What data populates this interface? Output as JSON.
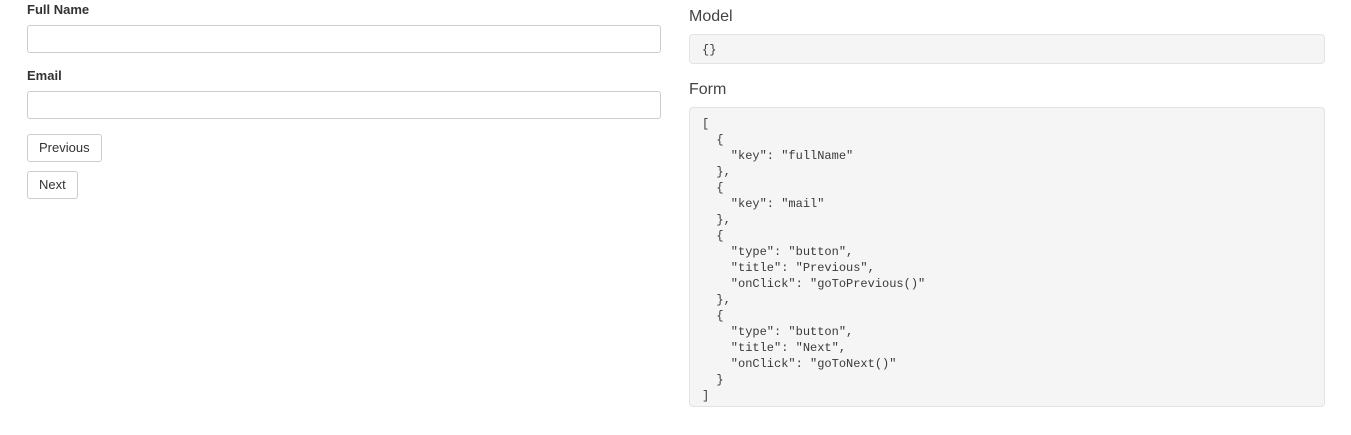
{
  "form_preview": {
    "fields": [
      {
        "label": "Full Name",
        "input_name": "fullname-input",
        "value": "",
        "placeholder": ""
      },
      {
        "label": "Email",
        "input_name": "email-input",
        "value": "",
        "placeholder": ""
      }
    ],
    "buttons": [
      {
        "label": "Previous"
      },
      {
        "label": "Next"
      }
    ]
  },
  "debug": {
    "model": {
      "title": "Model",
      "content": "{}"
    },
    "form": {
      "title": "Form",
      "content": "[\n  {\n    \"key\": \"fullName\"\n  },\n  {\n    \"key\": \"mail\"\n  },\n  {\n    \"type\": \"button\",\n    \"title\": \"Previous\",\n    \"onClick\": \"goToPrevious()\"\n  },\n  {\n    \"type\": \"button\",\n    \"title\": \"Next\",\n    \"onClick\": \"goToNext()\"\n  }\n]"
    }
  },
  "colors": {
    "page_background": "#ffffff",
    "text": "#333333",
    "code_background": "#f5f5f5",
    "code_border": "#e3e3e3",
    "input_border": "#cccccc"
  }
}
